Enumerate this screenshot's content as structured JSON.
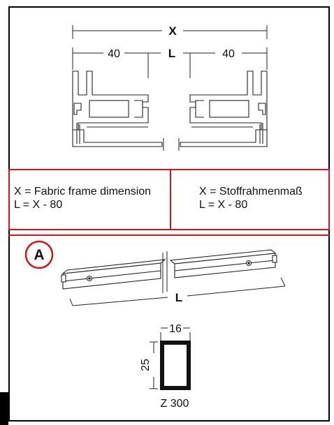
{
  "dimensions": {
    "x_label": "X",
    "l_label": "L",
    "left_offset": "40",
    "right_offset": "40"
  },
  "notes": {
    "en_line1": "X = Fabric frame dimension",
    "en_line2": "L = X - 80",
    "de_line1": "X = Stoffrahmenmaß",
    "de_line2": "L = X - 80"
  },
  "detail": {
    "marker": "A",
    "length_label": "L"
  },
  "profile": {
    "width": "16",
    "height": "25",
    "code": "Z 300"
  }
}
